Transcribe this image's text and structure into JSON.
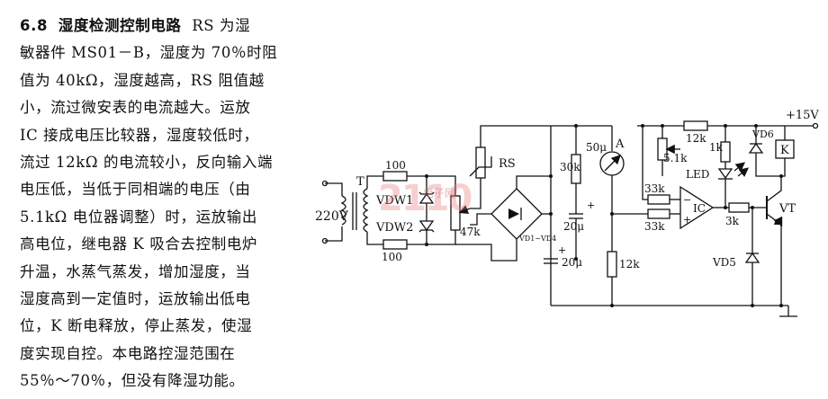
{
  "article": {
    "number": "6.8",
    "heading": "湿度检测控制电路",
    "lines": [
      "RS 为湿",
      "敏器件 MS01－B，湿度为 70％时阻",
      "值为 40kΩ，湿度越高，RS 阻值越",
      "小，流过微安表的电流越大。运放",
      "IC 接成电压比较器，湿度较低时，",
      "流过 12kΩ 的电流较小，反向输入端",
      "电压低，当低于同相端的电压（由",
      "5.1kΩ 电位器调整）时，运放输出",
      "高电位，继电器 K 吸合去控制电炉",
      "升温，水蒸气蒸发，增加湿度，当",
      "湿度高到一定值时，运放输出低电",
      "位，K 断电释放，停止蒸发，使湿",
      "度实现自控。本电路控湿范围在",
      "55％～70％，但没有降湿功能。"
    ]
  },
  "schematic": {
    "labels": {
      "supply": "+15V",
      "ac_input": "220V",
      "transformer": "T",
      "r_top": "100",
      "r_bottom": "100",
      "zener1": "VDW1",
      "zener2": "VDW2",
      "pot_47k": "47k",
      "sensor": "RS",
      "bridge": "VD1~VD4",
      "r_30k": "30k",
      "cap1": "20μ",
      "cap2": "20μ",
      "cap1_plus": "+",
      "cap2_plus": "+",
      "meter_range": "50μ",
      "meter": "A",
      "r_12k_lower": "12k",
      "r_12k_top": "12k",
      "pot_5k1": "5.1k",
      "r_1k": "1k",
      "led": "LED",
      "vd6": "VD6",
      "relay": "K",
      "r_33k_a": "33k",
      "r_33k_b": "33k",
      "opamp": "IC",
      "opamp_minus": "−",
      "opamp_plus": "+",
      "r_3k": "3k",
      "transistor": "VT",
      "vd5": "VD5"
    },
    "watermark": {
      "logo": "2110",
      "site": "电子网"
    }
  }
}
